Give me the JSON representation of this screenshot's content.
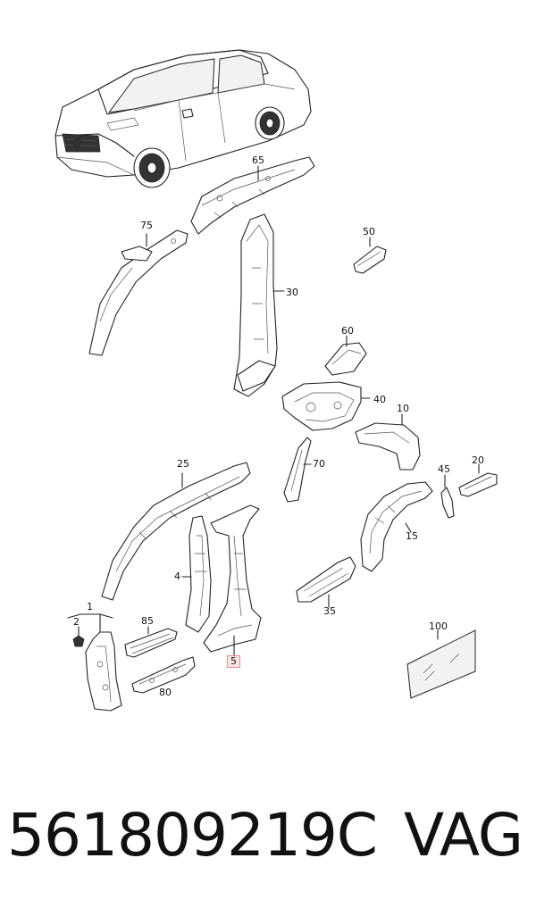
{
  "callouts": {
    "c65": "65",
    "c75": "75",
    "c50": "50",
    "c30": "30",
    "c60": "60",
    "c40": "40",
    "c10": "10",
    "c70": "70",
    "c25": "25",
    "c45": "45",
    "c20": "20",
    "c15": "15",
    "c4": "4",
    "c1": "1",
    "c2": "2",
    "c85": "85",
    "c5": "5",
    "c35": "35",
    "c100": "100",
    "c80": "80"
  },
  "highlighted_callout": "5",
  "footer": {
    "part_number": "561809219C",
    "brand": "VAG"
  }
}
